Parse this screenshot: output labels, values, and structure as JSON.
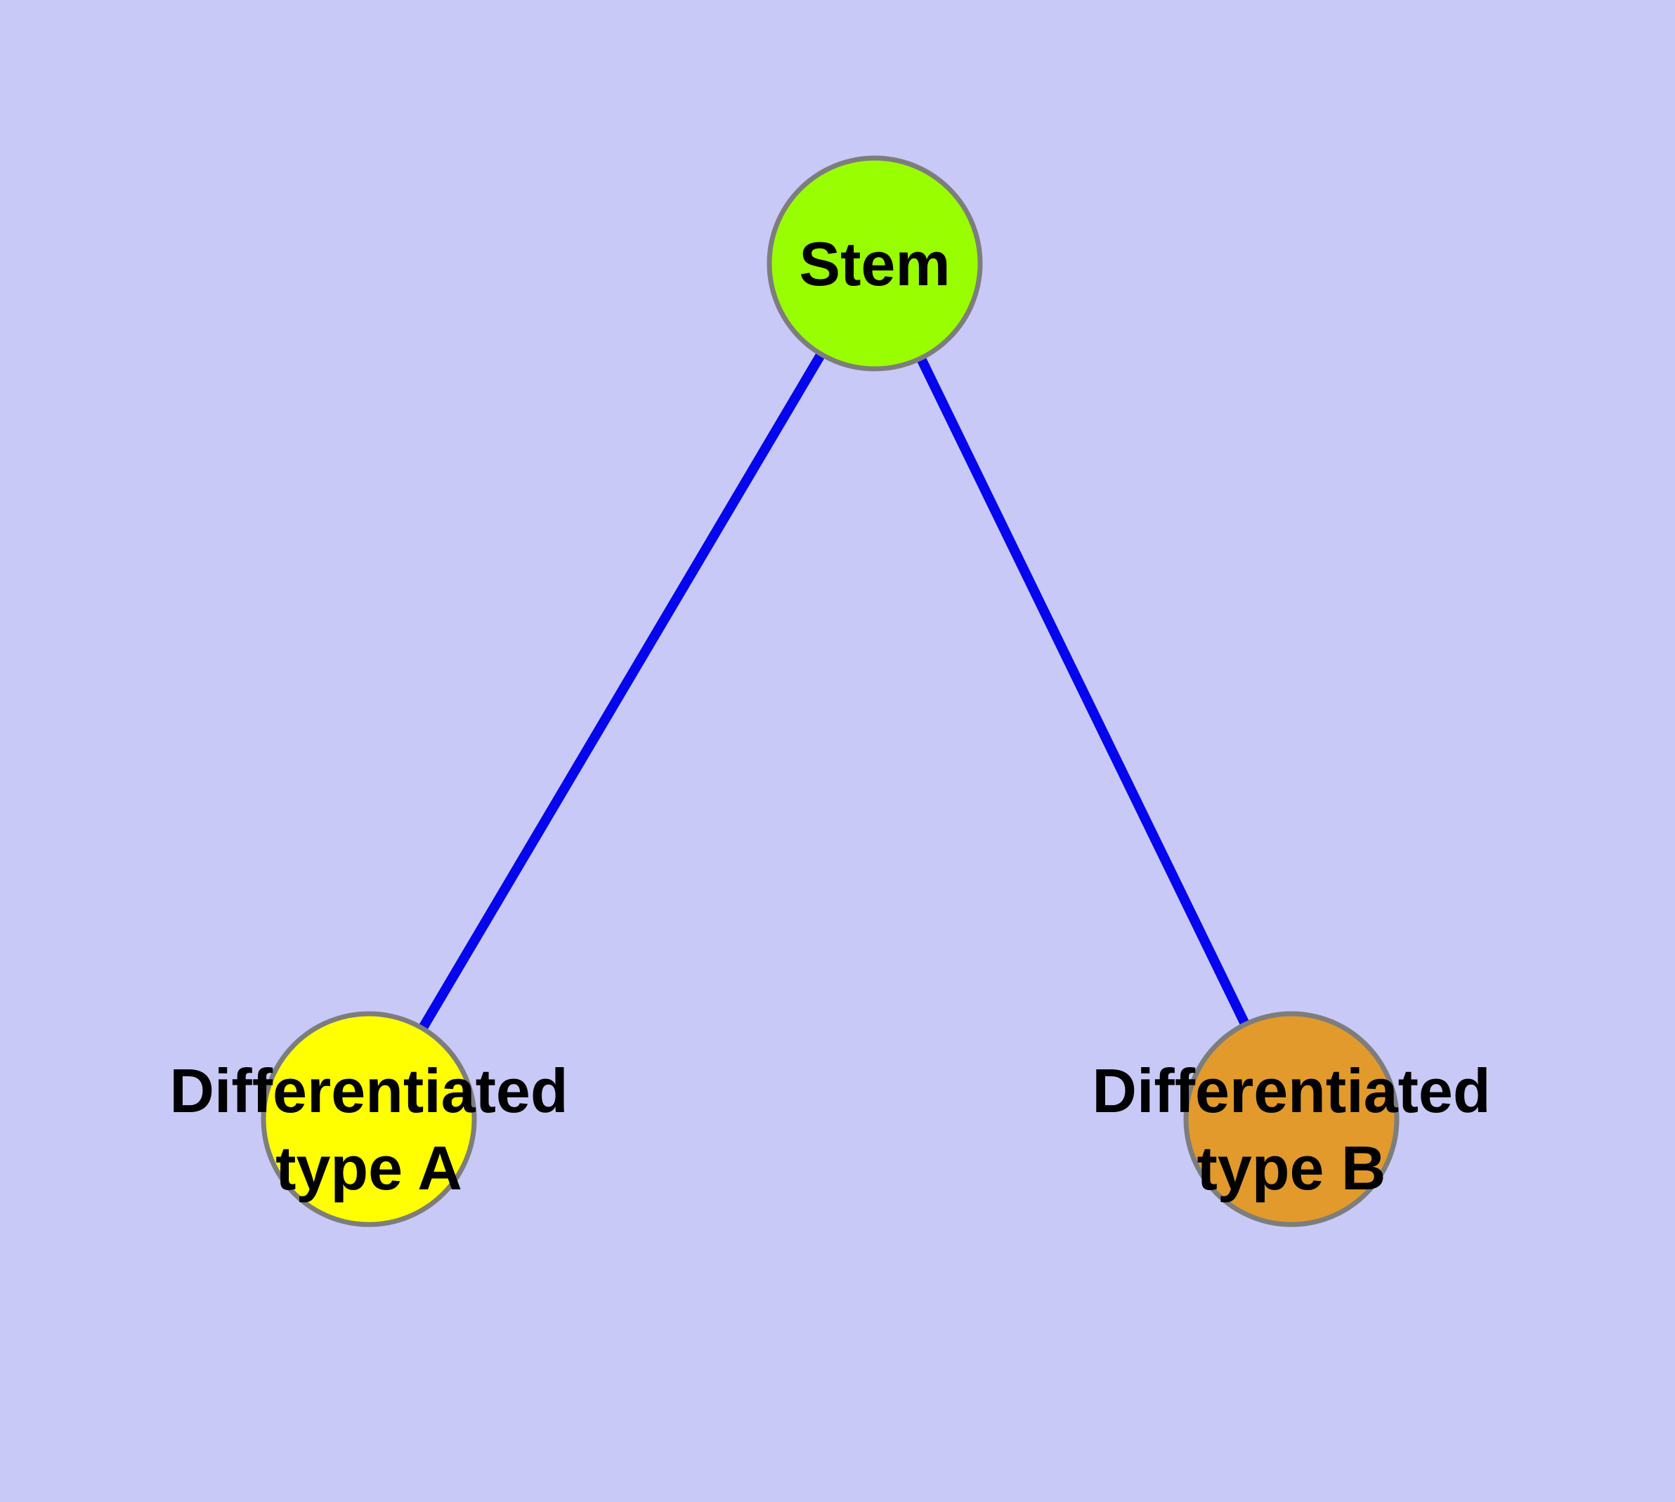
{
  "diagram": {
    "title": "",
    "background_color": "#c8c9f6",
    "edge_color": "#0505ee",
    "node_border_color": "#7d7d7d",
    "label_color": "#000000",
    "nodes": {
      "stem": {
        "label": "Stem",
        "color": "#99ff00"
      },
      "type_a": {
        "label_line1": "Differentiated",
        "label_line2": "type A",
        "color": "#ffff00"
      },
      "type_b": {
        "label_line1": "Differentiated",
        "label_line2": "type B",
        "color": "#e19a2b"
      }
    },
    "edges": [
      {
        "from": "Stem",
        "to": "Differentiated type A"
      },
      {
        "from": "Stem",
        "to": "Differentiated type B"
      }
    ]
  }
}
